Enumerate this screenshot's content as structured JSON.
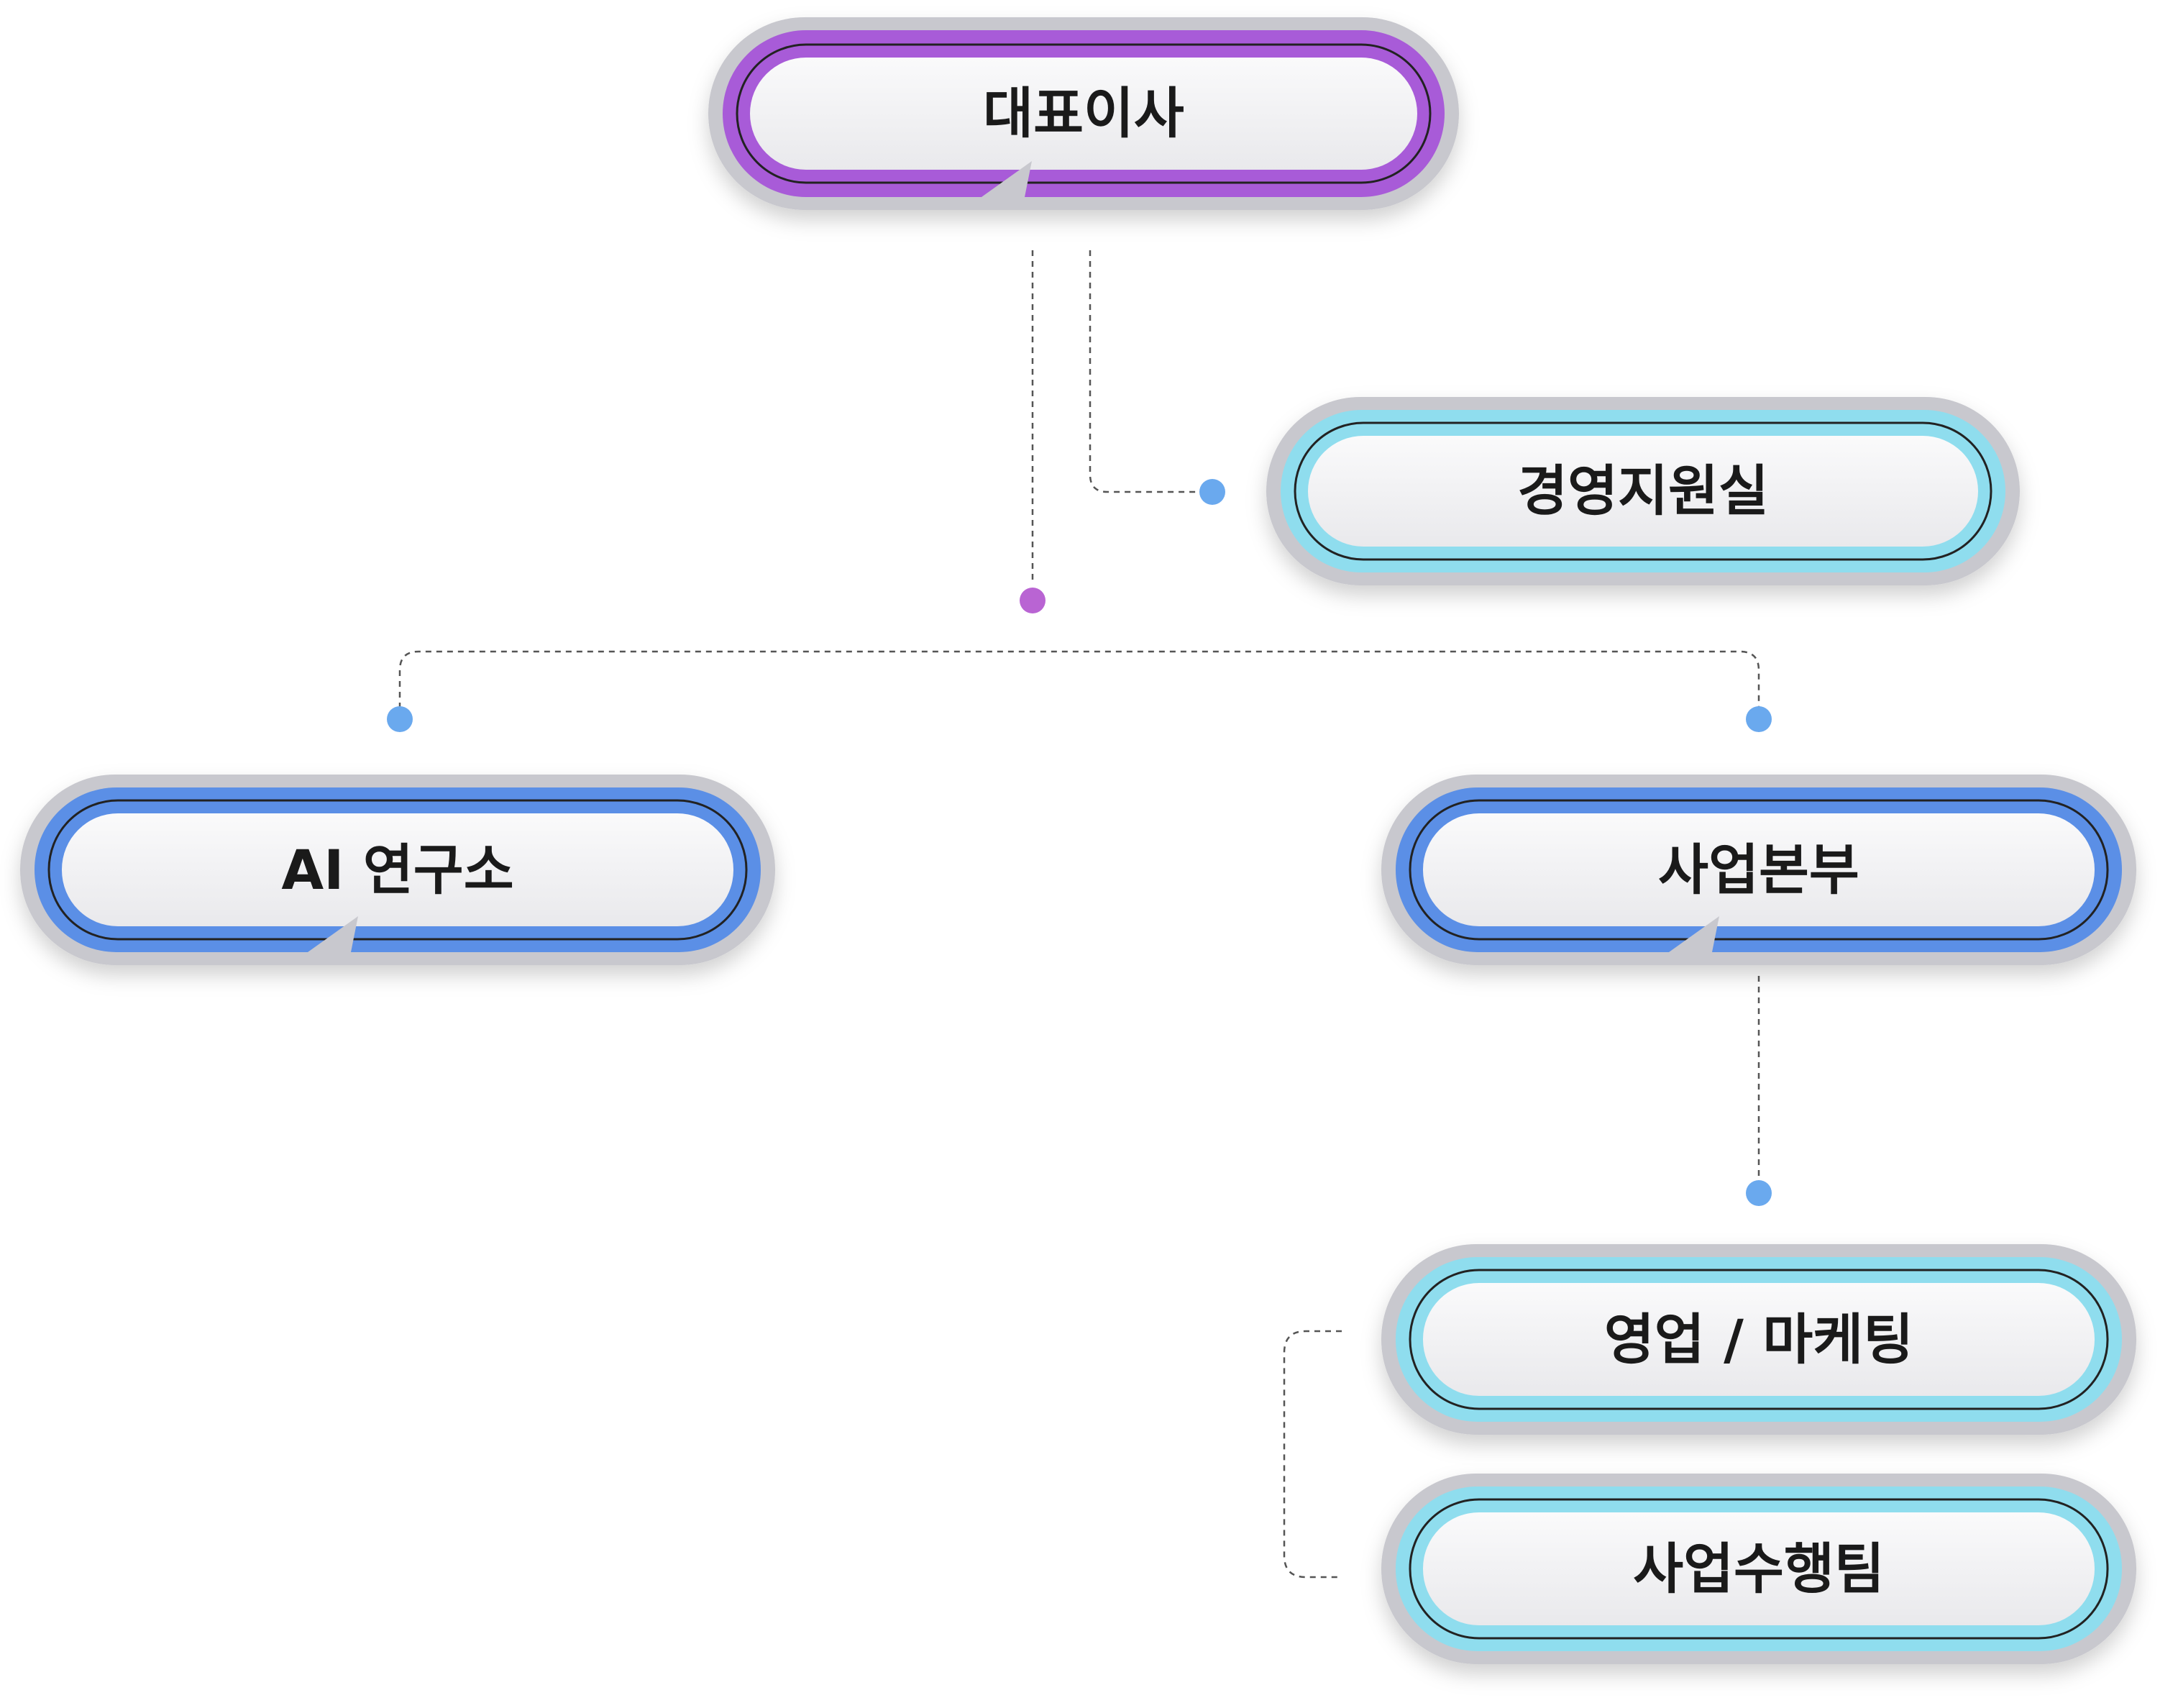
{
  "org_chart": {
    "nodes": [
      {
        "id": "ceo",
        "label": "대표이사",
        "level": "top",
        "color": "#A85BD8"
      },
      {
        "id": "management-support",
        "label": "경영지원실",
        "level": "staff",
        "color": "#8FDDEE"
      },
      {
        "id": "ai-lab",
        "label": "AI 연구소",
        "level": "division",
        "color": "#5B8FE6"
      },
      {
        "id": "business-division",
        "label": "사업본부",
        "level": "division",
        "color": "#5B8FE6"
      },
      {
        "id": "sales-marketing",
        "label": "영업 / 마케팅",
        "level": "team",
        "color": "#8FDDEE"
      },
      {
        "id": "project-team",
        "label": "사업수행팀",
        "level": "team",
        "color": "#8FDDEE"
      }
    ],
    "links": [
      {
        "from": "ceo",
        "to": "management-support"
      },
      {
        "from": "ceo",
        "to": "ai-lab"
      },
      {
        "from": "ceo",
        "to": "business-division"
      },
      {
        "from": "business-division",
        "to": "sales-marketing"
      },
      {
        "from": "sales-marketing",
        "to": "project-team"
      }
    ],
    "colors": {
      "connector": "#555555",
      "dot_top": "#B964D3",
      "dot_branch": "#6AA9EE",
      "pill_face": "#F3F3F5",
      "pill_shadow": "#C8C8CE"
    }
  }
}
